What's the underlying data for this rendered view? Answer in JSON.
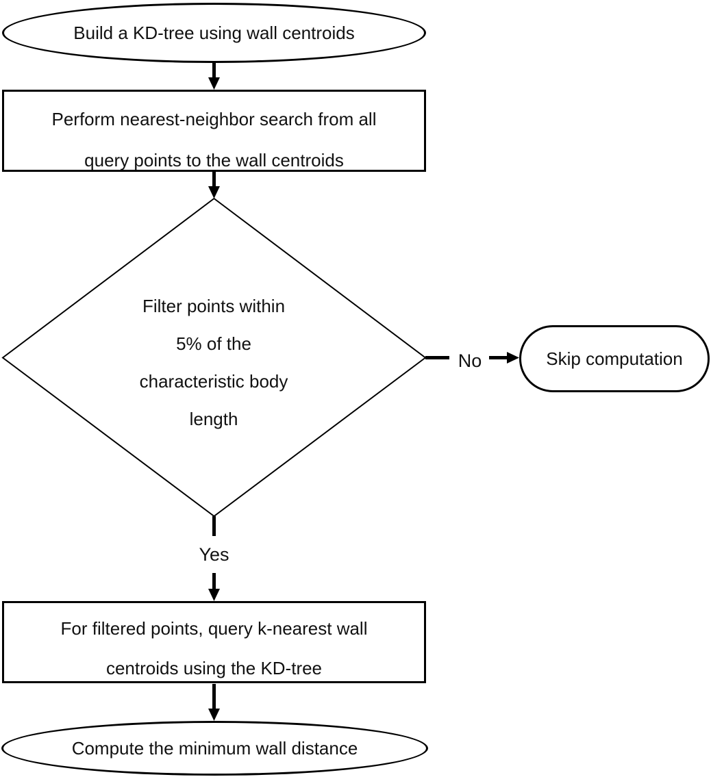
{
  "colors": {
    "ink": "#000000",
    "text": "#111111",
    "background": "#ffffff"
  },
  "flowchart": {
    "nodes": {
      "start": {
        "type": "terminator",
        "label": "Build a KD-tree using wall centroids"
      },
      "nn_search": {
        "type": "process",
        "line1": "Perform nearest-neighbor search from all",
        "line2": "query points to the wall centroids"
      },
      "filter_decision": {
        "type": "decision",
        "line1": "Filter points within",
        "line2": "5% of the",
        "line3": "characteristic body",
        "line4": "length"
      },
      "skip": {
        "type": "terminator",
        "label": "Skip computation"
      },
      "knn_query": {
        "type": "process",
        "line1": "For filtered points, query k-nearest wall",
        "line2": "centroids using the KD-tree"
      },
      "end": {
        "type": "terminator",
        "label": "Compute the minimum wall distance"
      }
    },
    "edges": {
      "no_label": "No",
      "yes_label": "Yes"
    }
  }
}
